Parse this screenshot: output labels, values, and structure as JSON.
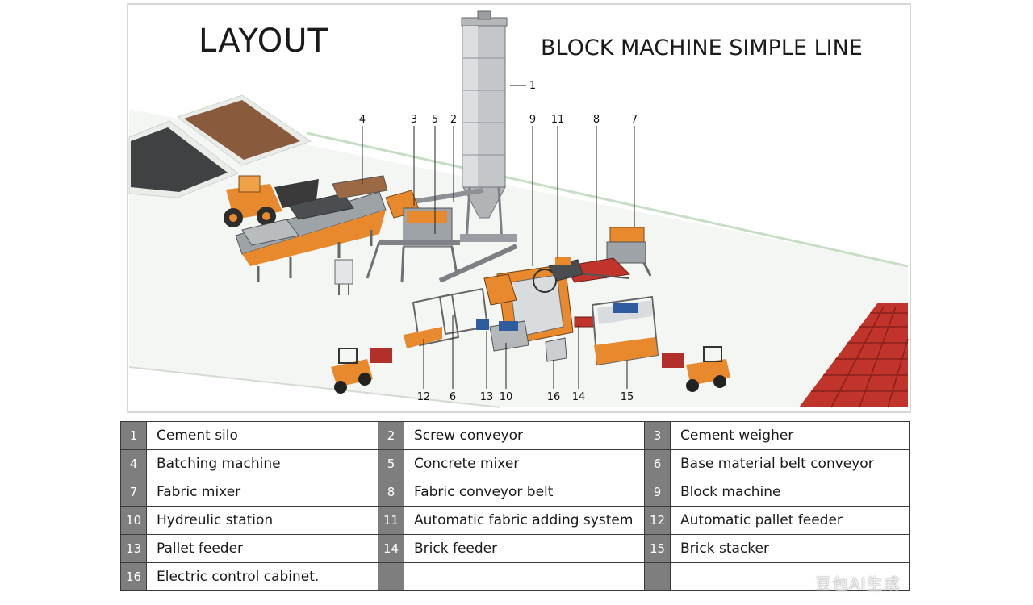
{
  "header": {
    "title": "LAYOUT",
    "subtitle": "BLOCK MACHINE SIMPLE LINE"
  },
  "callouts": [
    "1",
    "2",
    "3",
    "4",
    "5",
    "6",
    "7",
    "8",
    "9",
    "10",
    "11",
    "12",
    "13",
    "14",
    "15",
    "16"
  ],
  "legend": {
    "rows": [
      [
        {
          "num": "1",
          "name": "Cement silo"
        },
        {
          "num": "2",
          "name": "Screw conveyor"
        },
        {
          "num": "3",
          "name": "Cement weigher"
        }
      ],
      [
        {
          "num": "4",
          "name": "Batching machine"
        },
        {
          "num": "5",
          "name": "Concrete mixer"
        },
        {
          "num": "6",
          "name": "Base material belt conveyor"
        }
      ],
      [
        {
          "num": "7",
          "name": "Fabric mixer"
        },
        {
          "num": "8",
          "name": "Fabric conveyor belt"
        },
        {
          "num": "9",
          "name": "Block machine"
        }
      ],
      [
        {
          "num": "10",
          "name": "Hydreulic station"
        },
        {
          "num": "11",
          "name": "Automatic fabric adding system"
        },
        {
          "num": "12",
          "name": "Automatic pallet feeder"
        }
      ],
      [
        {
          "num": "13",
          "name": "Pallet feeder"
        },
        {
          "num": "14",
          "name": "Brick feeder"
        },
        {
          "num": "15",
          "name": "Brick stacker"
        }
      ],
      [
        {
          "num": "16",
          "name": "Electric control cabinet."
        },
        {
          "num": "",
          "name": ""
        },
        {
          "num": "",
          "name": ""
        }
      ]
    ]
  },
  "watermark": "豆包AI生成",
  "colors": {
    "machine_orange": "#e8892e",
    "steel_grey": "#8c9096",
    "brick_red": "#c0342c",
    "header_cell": "#7e7e7e"
  }
}
